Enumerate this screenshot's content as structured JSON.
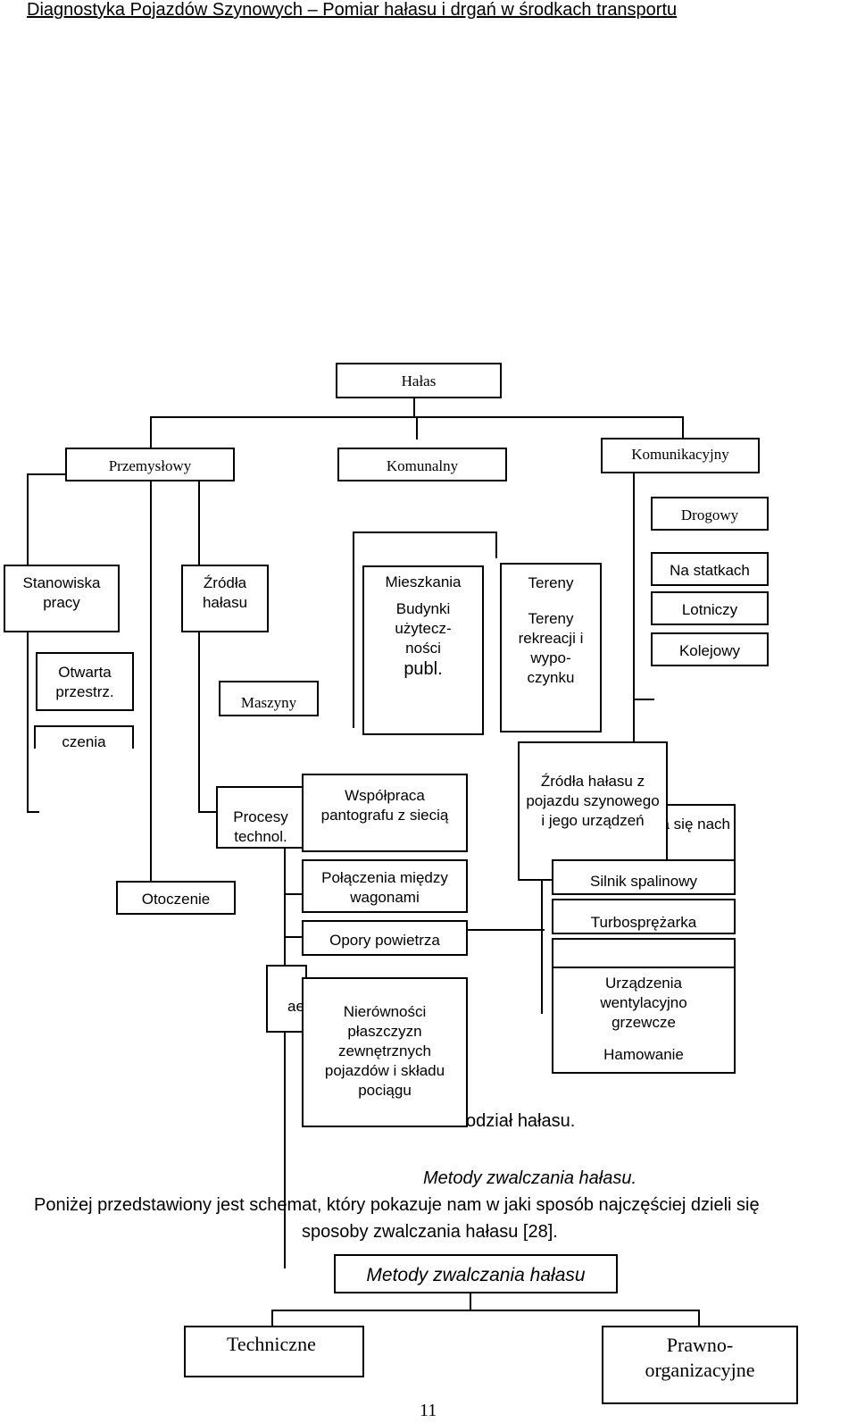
{
  "header": "Diagnostyka Pojazdów Szynowych – Pomiar hałasu i drgań w środkach transportu",
  "diagram": {
    "root": "Hałas",
    "industrial": "Przemysłowy",
    "communal": "Komunalny",
    "transport": "Komunikacyjny",
    "road": "Drogowy",
    "workstations": "Stanowiska pracy",
    "open_space": "Otwarta przestrz.",
    "rooms_partial": "czenia",
    "noise_sources": "Źródła hałasu",
    "machines": "Maszyny",
    "processes_partial": "Procesy technol.",
    "surroundings": "Otoczenie",
    "flats": "Mieszkania",
    "public_buildings_line1": "Budynki",
    "public_buildings_line2": "użytecz-",
    "public_buildings_line3": "ności",
    "public_buildings_line4": "publ.",
    "areas": "Tereny",
    "recreation_areas": "Tereny rekreacji i wypo-czynku",
    "ships": "Na statkach",
    "air": "Lotniczy",
    "rail": "Kolejowy",
    "vehicle_sources": "Źródła hałasu z pojazdu szynowego i jego urządzeń",
    "partial_right": "nia się nach",
    "pantograph": "Współpraca pantografu z siecią",
    "connections": "Połączenia między wagonami",
    "air_resistance": "Opory powietrza",
    "unevenness": "Nierówności płaszczyzn zewnętrznych pojazdów i składu pociągu",
    "partial_ae": "ae",
    "diesel": "Silnik spalinowy",
    "turbo": "Turbosprężarka",
    "ventilation": "Urządzenia wentylacyjno grzewcze",
    "braking": "Hamowanie"
  },
  "caption_partial": "odział hałasu.",
  "section_title": "Metody zwalczania hałasu.",
  "paragraph_line1": "Poniżej przedstawiony jest schemat, który pokazuje nam w jaki sposób najczęściej dzieli się",
  "paragraph_line2": "sposoby zwalczania hałasu [28].",
  "methods": {
    "root": "Metody zwalczania hałasu",
    "technical": "Techniczne",
    "legal": "Prawno-organizacyjne"
  },
  "page_number": "11"
}
